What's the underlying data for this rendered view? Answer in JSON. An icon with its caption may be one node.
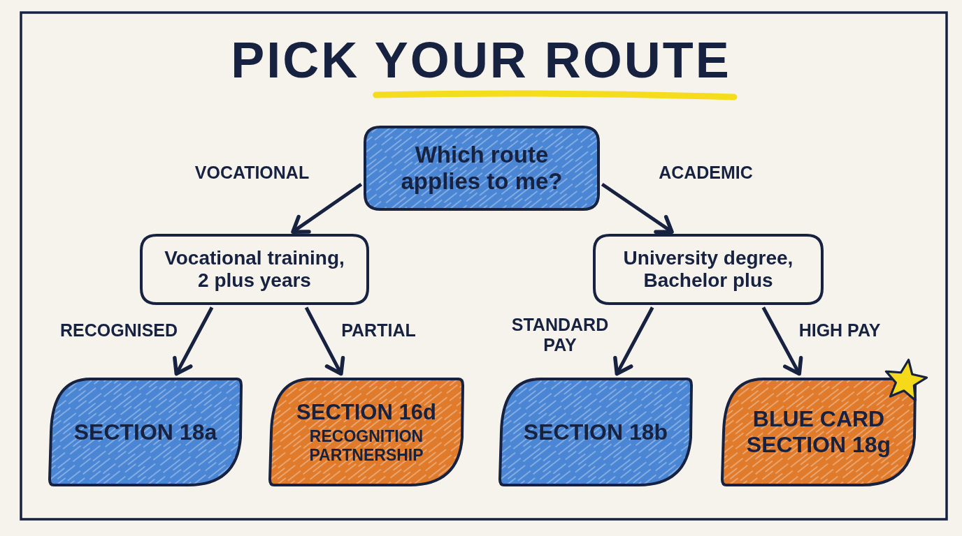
{
  "diagram": {
    "title": "PICK YOUR ROUTE",
    "nodes": [
      {
        "text": [
          "Which route applies to me?"
        ]
      },
      {
        "text": [
          "Vocational training, 2 plus years"
        ]
      },
      {
        "text": [
          "University degree, Bachelor plus"
        ]
      },
      {
        "text": [
          "SECTION 18a"
        ]
      },
      {
        "text": [
          "SECTION 16d",
          "RECOGNITION PARTNERSHIP"
        ]
      },
      {
        "text": [
          "SECTION 18b"
        ]
      },
      {
        "text": [
          "BLUE CARD SECTION 18g"
        ]
      }
    ],
    "edges": [
      {
        "from": 0,
        "to": 1,
        "arrow": "to",
        "label": "VOCATIONAL"
      },
      {
        "from": 0,
        "to": 2,
        "arrow": "to",
        "label": "ACADEMIC"
      },
      {
        "from": 1,
        "to": 3,
        "arrow": "to",
        "label": "RECOGNISED"
      },
      {
        "from": 1,
        "to": 4,
        "arrow": "to",
        "label": "PARTIAL"
      },
      {
        "from": 2,
        "to": 5,
        "arrow": "to",
        "label": "STANDARD PAY"
      },
      {
        "from": 2,
        "to": 6,
        "arrow": "to",
        "label": "HIGH PAY"
      }
    ]
  }
}
